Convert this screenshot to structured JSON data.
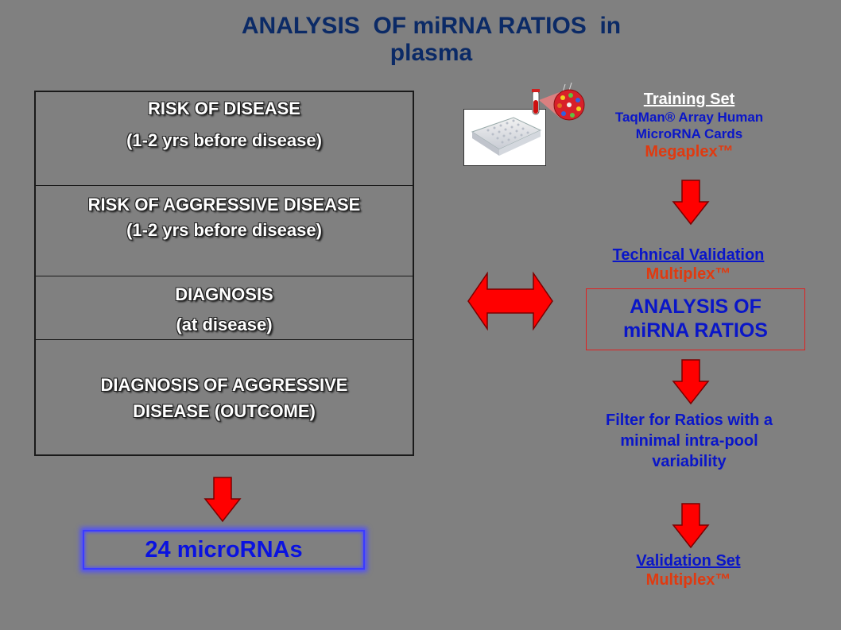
{
  "title": {
    "line1": "ANALYSIS  OF miRNA RATIOS  in",
    "line2": "plasma"
  },
  "table_rows": [
    {
      "line1": "RISK OF DISEASE",
      "line2": "(1-2 yrs before disease)"
    },
    {
      "line1": "RISK OF AGGRESSIVE DISEASE",
      "line2": "(1-2 yrs before disease)"
    },
    {
      "line1": "DIAGNOSIS",
      "line2": "(at disease)"
    },
    {
      "line1": "DIAGNOSIS OF AGGRESSIVE",
      "line2": "DISEASE (OUTCOME)"
    }
  ],
  "result": "24 microRNAs",
  "training": {
    "heading": "Training Set",
    "line1": "TaqMan® Array Human",
    "line2": "MicroRNA Cards",
    "brand": "Megaplex™"
  },
  "technical": {
    "heading": "Technical Validation",
    "brand": "Multiplex™"
  },
  "ratio_box": {
    "line1": "ANALYSIS OF",
    "line2": "miRNA RATIOS"
  },
  "filter": {
    "line1": "Filter for Ratios with a",
    "line2": "minimal intra-pool",
    "line3": "variability"
  },
  "validation": {
    "heading": "Validation Set",
    "brand": "Multiplex™"
  },
  "colors": {
    "background": "#808080",
    "title": "#0b2a66",
    "arrow_fill": "#ff0000",
    "text_blue": "#0a16c8",
    "text_orange": "#e03a10"
  }
}
